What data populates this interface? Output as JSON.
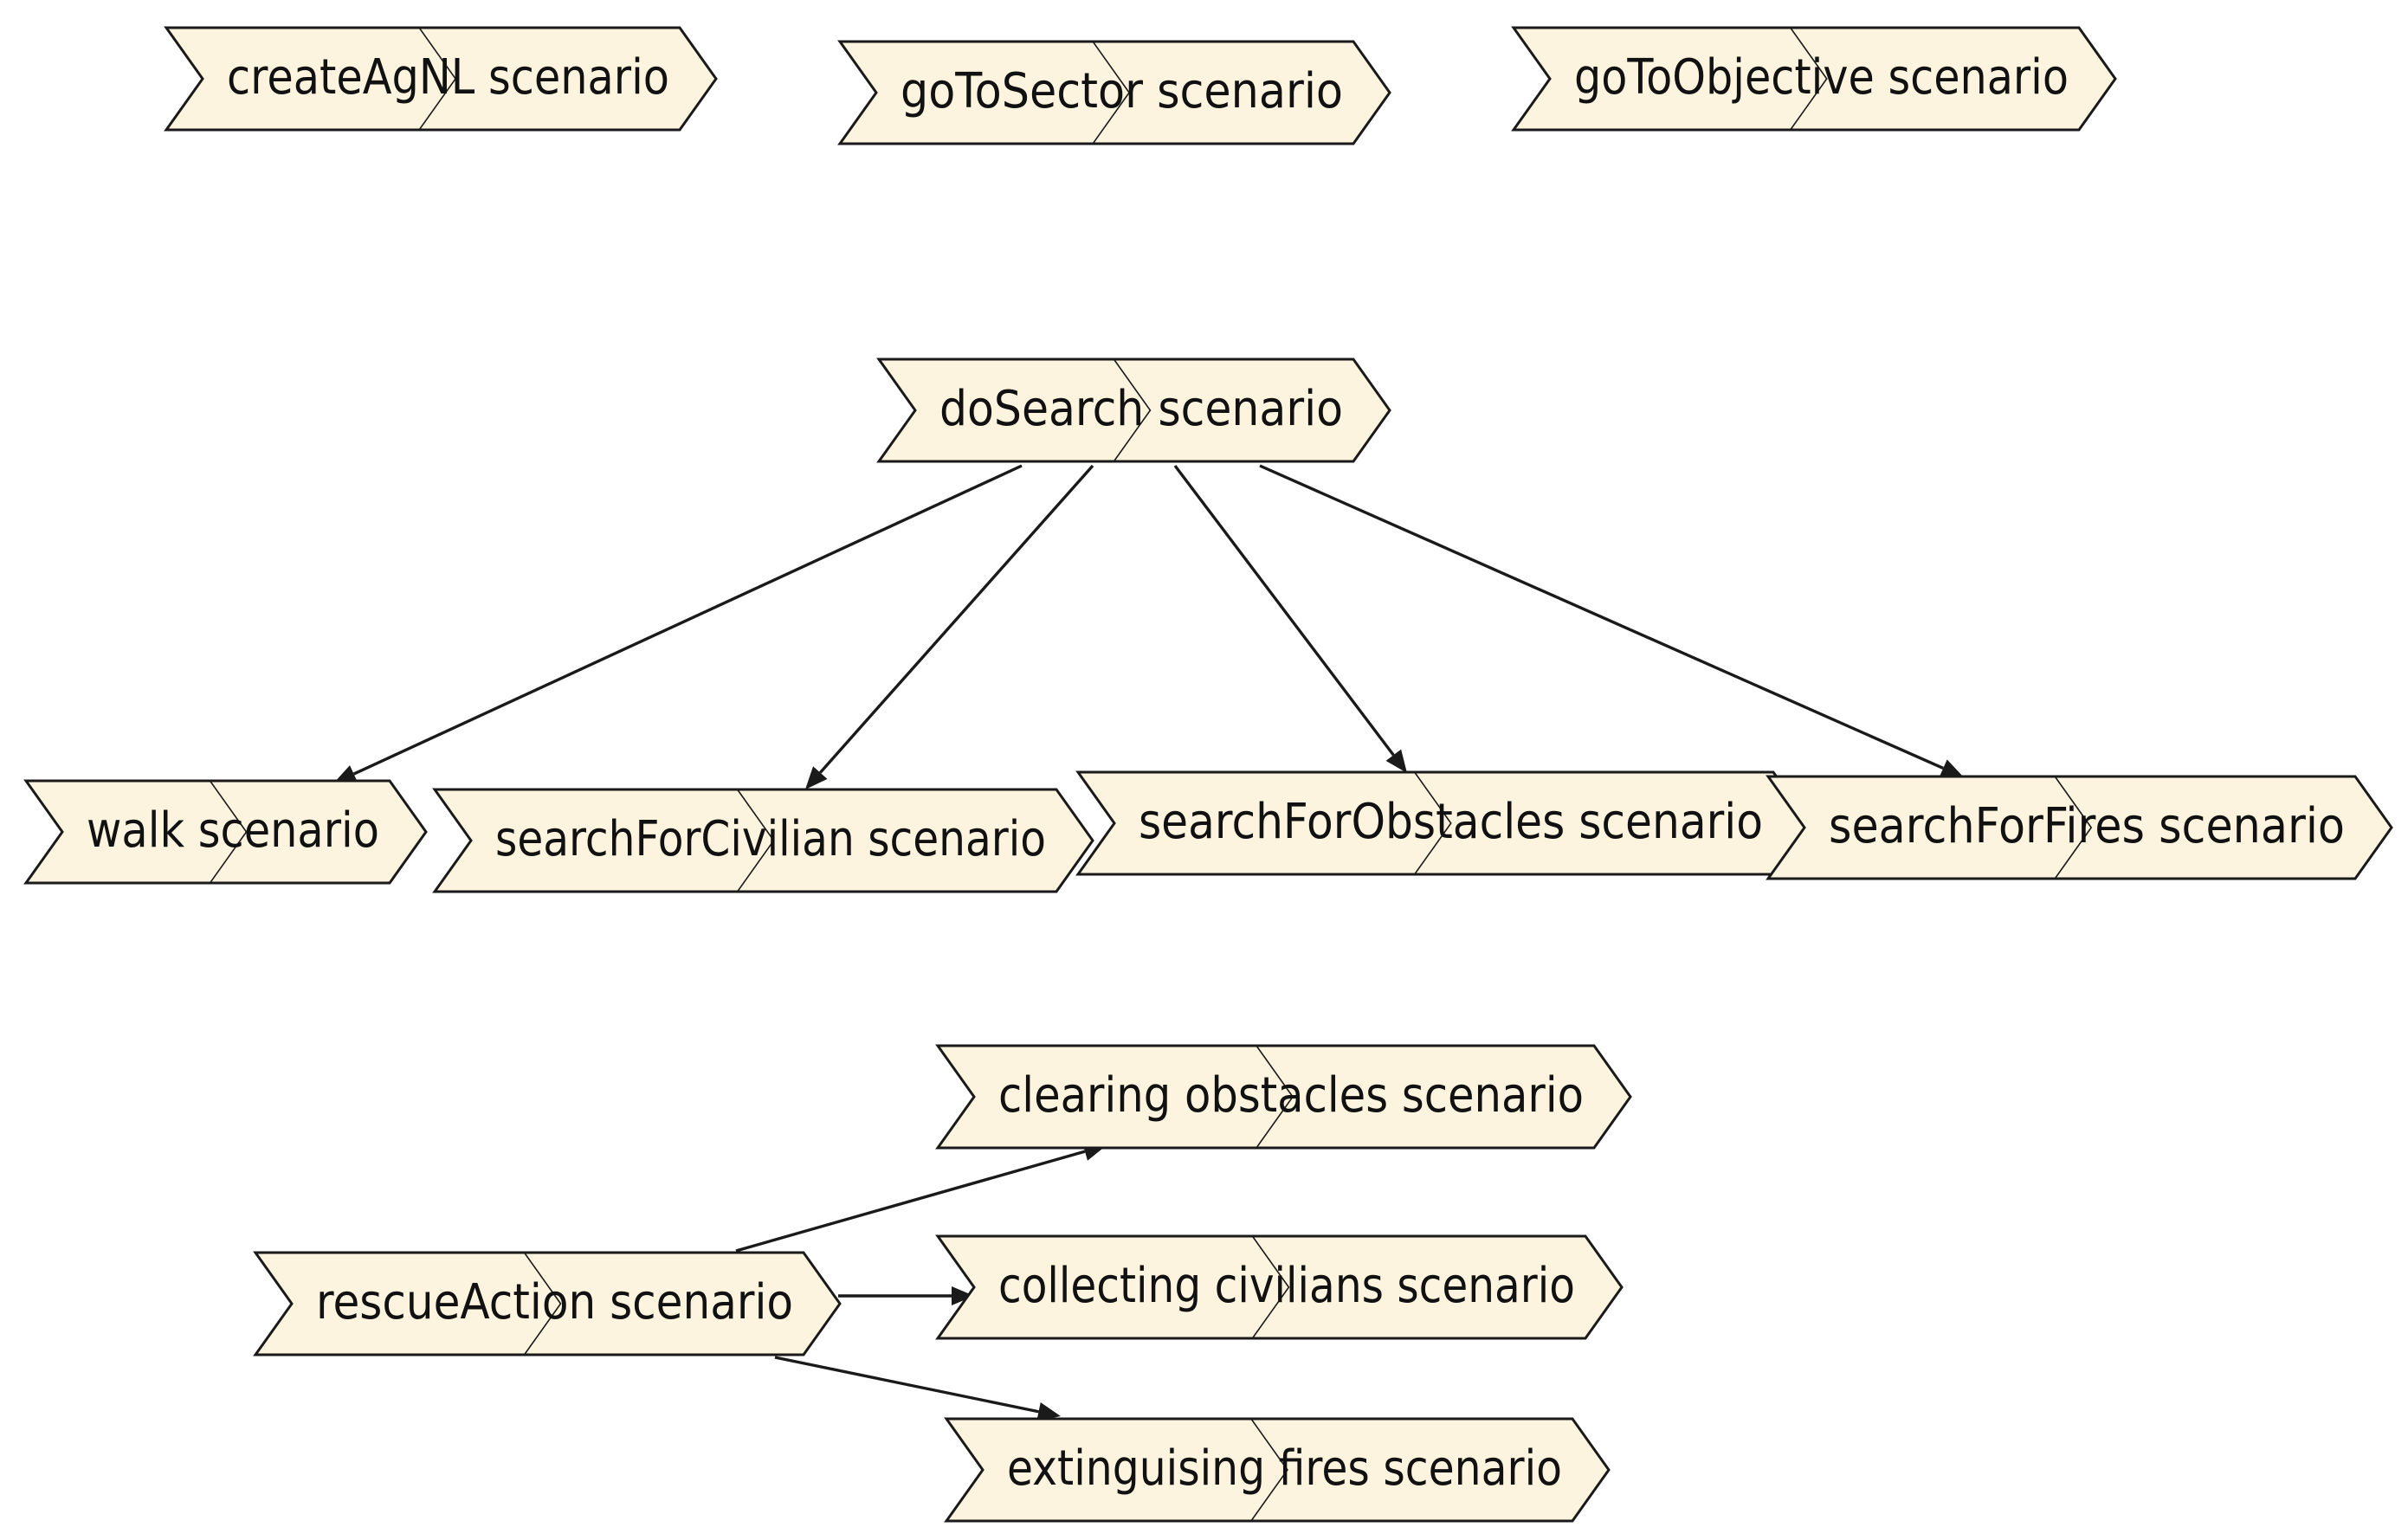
{
  "diagram": {
    "type": "scenario-dependency-diagram",
    "colors": {
      "node_fill": "#fdf4df",
      "node_stroke": "#1a1a1a",
      "edge": "#1a1a1a",
      "text": "#111111"
    },
    "nodes": [
      {
        "id": "createAgNL",
        "label": "createAgNL scenario"
      },
      {
        "id": "goToSector",
        "label": "goToSector scenario"
      },
      {
        "id": "goToObjective",
        "label": "goToObjective scenario"
      },
      {
        "id": "doSearch",
        "label": "doSearch scenario"
      },
      {
        "id": "walk",
        "label": "walk scenario"
      },
      {
        "id": "searchForCivilian",
        "label": "searchForCivilian scenario"
      },
      {
        "id": "searchForObstacles",
        "label": "searchForObstacles scenario"
      },
      {
        "id": "searchForFires",
        "label": "searchForFires scenario"
      },
      {
        "id": "clearingObstacles",
        "label": "clearing obstacles scenario"
      },
      {
        "id": "rescueAction",
        "label": "rescueAction scenario"
      },
      {
        "id": "collectingCivilians",
        "label": "collecting civilians scenario"
      },
      {
        "id": "extinguisingFires",
        "label": "extinguising fires scenario"
      }
    ],
    "edges": [
      {
        "from": "doSearch",
        "to": "walk"
      },
      {
        "from": "doSearch",
        "to": "searchForCivilian"
      },
      {
        "from": "doSearch",
        "to": "searchForObstacles"
      },
      {
        "from": "doSearch",
        "to": "searchForFires"
      },
      {
        "from": "rescueAction",
        "to": "clearingObstacles"
      },
      {
        "from": "rescueAction",
        "to": "collectingCivilians"
      },
      {
        "from": "rescueAction",
        "to": "extinguisingFires"
      }
    ]
  }
}
